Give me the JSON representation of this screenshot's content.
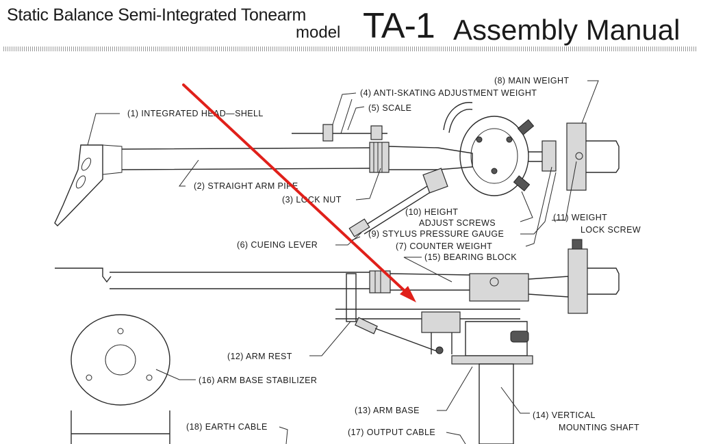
{
  "header": {
    "line1": "Static Balance Semi-Integrated Tonearm",
    "line2": "model",
    "model": "TA-1",
    "title": "Assembly Manual"
  },
  "labels": {
    "l1": "(1)  INTEGRATED HEAD—SHELL",
    "l2": "(2)  STRAIGHT ARM PIPE",
    "l3": "(3)  LOCK NUT",
    "l4": "(4)  ANTI-SKATING ADJUSTMENT WEIGHT",
    "l5": "(5)  SCALE",
    "l6": "(6)  CUEING LEVER",
    "l7": "(7)  COUNTER WEIGHT",
    "l8": "(8)  MAIN WEIGHT",
    "l9": "(9)  STYLUS PRESSURE GAUGE",
    "l10a": "(10)  HEIGHT",
    "l10b": "ADJUST SCREWS",
    "l11a": "(11)  WEIGHT",
    "l11b": "LOCK SCREW",
    "l12": "(12)  ARM REST",
    "l13": "(13)  ARM BASE",
    "l14a": "(14)  VERTICAL",
    "l14b": "MOUNTING SHAFT",
    "l15": "(15) BEARING BLOCK",
    "l16": "(16) ARM BASE STABILIZER",
    "l17": "(17) OUTPUT CABLE",
    "l18": "(18) EARTH CABLE"
  },
  "colors": {
    "arrow": "#e0201a"
  }
}
